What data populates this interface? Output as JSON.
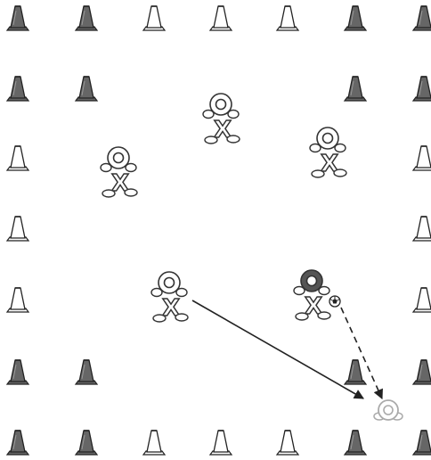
{
  "drill": {
    "background": "#ffffff",
    "colors": {
      "cone_dark_fill": "#666666",
      "cone_light_fill": "#ffffff",
      "cone_stroke": "#222222",
      "player_stroke": "#333333",
      "defender_cap_fill": "#555555",
      "target_stroke": "#aaaaaa",
      "arrow": "#222222"
    },
    "cone_rows": [
      [
        "dark",
        "dark",
        "light",
        "light",
        "light",
        "dark",
        "dark"
      ],
      [
        "dark",
        "dark",
        null,
        null,
        null,
        "dark",
        "dark"
      ],
      [
        "light",
        null,
        null,
        null,
        null,
        null,
        "light"
      ],
      [
        "light",
        null,
        null,
        null,
        null,
        null,
        "light"
      ],
      [
        "light",
        null,
        null,
        null,
        null,
        null,
        "light"
      ],
      [
        "dark",
        "dark",
        null,
        null,
        null,
        "dark",
        "dark"
      ],
      [
        "dark",
        "dark",
        "light",
        "light",
        "light",
        "dark",
        "dark"
      ]
    ],
    "players": [
      {
        "id": "p1",
        "role": "attacker",
        "legs_label": "X",
        "has_ball": false
      },
      {
        "id": "p2",
        "role": "attacker",
        "legs_label": "X",
        "has_ball": false
      },
      {
        "id": "p3",
        "role": "attacker",
        "legs_label": "X",
        "has_ball": false
      },
      {
        "id": "p4",
        "role": "attacker",
        "legs_label": "X",
        "has_ball": false
      },
      {
        "id": "p5",
        "role": "defender",
        "legs_label": "X",
        "has_ball": true
      }
    ],
    "target_marker": {
      "style": "ghost",
      "icon": "player-target-icon"
    },
    "movements": [
      {
        "from": "p4",
        "to": "target",
        "type": "run",
        "line": "solid"
      },
      {
        "from": "ball",
        "to": "target",
        "type": "pass",
        "line": "dashed"
      }
    ]
  }
}
